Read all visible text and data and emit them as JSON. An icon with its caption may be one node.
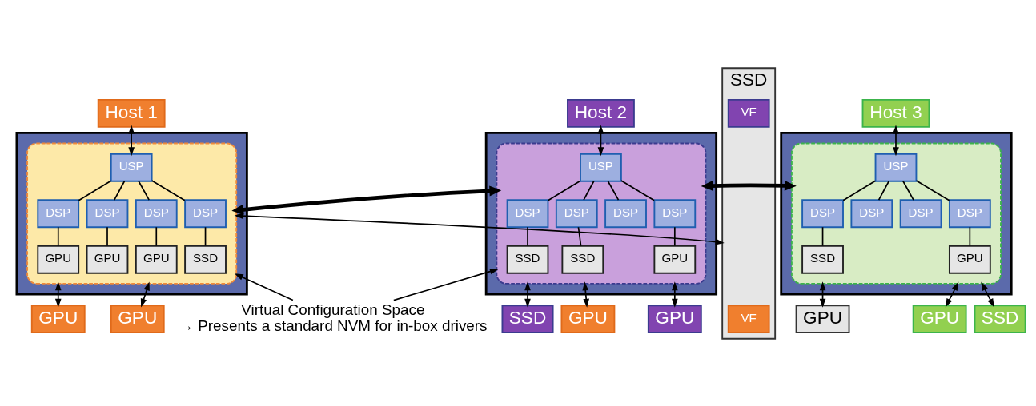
{
  "diagram": {
    "nodes": [
      {
        "text": [
          "Host 1"
        ]
      },
      {
        "text": [
          "Host 2"
        ]
      },
      {
        "text": [
          "Host 3"
        ]
      },
      {
        "text": [],
        "shape": "box"
      },
      {
        "text": [],
        "shape": "cloud",
        "in": 3
      },
      {
        "text": [
          "USP"
        ],
        "in": 4
      },
      {
        "text": [
          "DSP"
        ],
        "in": 4
      },
      {
        "text": [
          "DSP"
        ],
        "in": 4
      },
      {
        "text": [
          "DSP"
        ],
        "in": 4
      },
      {
        "text": [
          "DSP"
        ],
        "in": 4
      },
      {
        "text": [
          "GPU"
        ],
        "in": 4
      },
      {
        "text": [
          "GPU"
        ],
        "in": 4
      },
      {
        "text": [
          "GPU"
        ],
        "in": 4
      },
      {
        "text": [
          "SSD"
        ],
        "in": 4
      },
      {
        "text": [],
        "shape": "box"
      },
      {
        "text": [],
        "shape": "cloud",
        "in": 14
      },
      {
        "text": [
          "USP"
        ],
        "in": 15
      },
      {
        "text": [
          "DSP"
        ],
        "in": 15
      },
      {
        "text": [
          "DSP"
        ],
        "in": 15
      },
      {
        "text": [
          "DSP"
        ],
        "in": 15
      },
      {
        "text": [
          "DSP"
        ],
        "in": 15
      },
      {
        "text": [
          "GPU"
        ],
        "in": 15
      },
      {
        "text": [
          "SSD"
        ],
        "in": 15
      },
      {
        "text": [
          "SSD"
        ],
        "in": 15
      },
      {
        "text": [],
        "shape": "box"
      },
      {
        "text": [],
        "shape": "cloud",
        "in": 24
      },
      {
        "text": [
          "USP"
        ],
        "in": 25
      },
      {
        "text": [
          "DSP"
        ],
        "in": 25
      },
      {
        "text": [
          "DSP"
        ],
        "in": 25
      },
      {
        "text": [
          "DSP"
        ],
        "in": 25
      },
      {
        "text": [
          "DSP"
        ],
        "in": 25
      },
      {
        "text": [
          "GPU"
        ],
        "in": 25
      },
      {
        "text": [
          "SSD"
        ],
        "in": 25
      },
      {
        "text": [
          "GPU"
        ]
      },
      {
        "text": [
          "GPU"
        ]
      },
      {
        "text": [
          "SSD"
        ]
      },
      {
        "text": [
          "VF"
        ],
        "in": 35
      },
      {
        "text": [
          "VF"
        ],
        "in": 35
      },
      {
        "text": [
          "GPU"
        ]
      },
      {
        "text": [
          "GPU"
        ]
      },
      {
        "text": [
          "SSD"
        ]
      },
      {
        "text": [
          "GPU"
        ]
      },
      {
        "text": [
          "GPU"
        ]
      },
      {
        "text": [
          "SSD"
        ]
      },
      {
        "text": [
          "Virtual Configuration Space",
          "→ Presents a standard NVM for in-box drivers"
        ]
      }
    ],
    "edges": [
      {
        "from": 0,
        "to": 5,
        "arrow": "both"
      },
      {
        "from": 5,
        "to": 6,
        "arrow": "none"
      },
      {
        "from": 5,
        "to": 7,
        "arrow": "none"
      },
      {
        "from": 5,
        "to": 8,
        "arrow": "none"
      },
      {
        "from": 5,
        "to": 9,
        "arrow": "none"
      },
      {
        "from": 6,
        "to": 10,
        "arrow": "none"
      },
      {
        "from": 7,
        "to": 11,
        "arrow": "none"
      },
      {
        "from": 8,
        "to": 12,
        "arrow": "none"
      },
      {
        "from": 9,
        "to": 13,
        "arrow": "none"
      },
      {
        "from": 1,
        "to": 16,
        "arrow": "both"
      },
      {
        "from": 16,
        "to": 17,
        "arrow": "none"
      },
      {
        "from": 16,
        "to": 18,
        "arrow": "none"
      },
      {
        "from": 16,
        "to": 19,
        "arrow": "none"
      },
      {
        "from": 16,
        "to": 20,
        "arrow": "none"
      },
      {
        "from": 17,
        "to": 21,
        "arrow": "none"
      },
      {
        "from": 18,
        "to": 22,
        "arrow": "none"
      },
      {
        "from": 19,
        "to": 23,
        "arrow": "none"
      },
      {
        "from": 2,
        "to": 26,
        "arrow": "both"
      },
      {
        "from": 26,
        "to": 27,
        "arrow": "none"
      },
      {
        "from": 26,
        "to": 28,
        "arrow": "none"
      },
      {
        "from": 26,
        "to": 29,
        "arrow": "none"
      },
      {
        "from": 26,
        "to": 30,
        "arrow": "none"
      },
      {
        "from": 27,
        "to": 31,
        "arrow": "none"
      },
      {
        "from": 28,
        "to": 32,
        "arrow": "none"
      },
      {
        "from": 4,
        "to": 15,
        "arrow": "both",
        "style": "thick"
      },
      {
        "from": 15,
        "to": 25,
        "arrow": "both",
        "style": "thick"
      },
      {
        "from": 4,
        "to": 33,
        "arrow": "both"
      },
      {
        "from": 4,
        "to": 34,
        "arrow": "both"
      },
      {
        "from": 4,
        "to": 35,
        "arrow": "both"
      },
      {
        "from": 15,
        "to": 38,
        "arrow": "both"
      },
      {
        "from": 15,
        "to": 39,
        "arrow": "both"
      },
      {
        "from": 15,
        "to": 40,
        "arrow": "both"
      },
      {
        "from": 25,
        "to": 41,
        "arrow": "both"
      },
      {
        "from": 25,
        "to": 42,
        "arrow": "both"
      },
      {
        "from": 25,
        "to": 43,
        "arrow": "both"
      },
      {
        "from": 44,
        "to": 4,
        "arrow": "to"
      },
      {
        "from": 44,
        "to": 15,
        "arrow": "to"
      }
    ]
  }
}
